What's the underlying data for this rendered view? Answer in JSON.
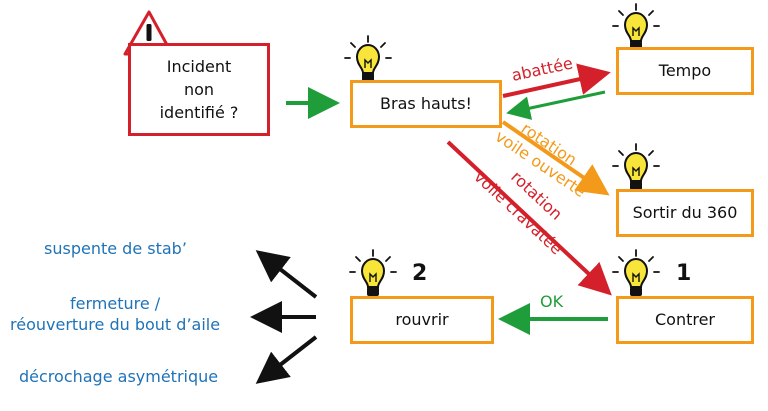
{
  "nodes": {
    "incident": "Incident\nnon\nidentifié ?",
    "bras_hauts": "Bras hauts!",
    "tempo": "Tempo",
    "sortir_360": "Sortir du 360",
    "contrer": "Contrer",
    "rouvrir": "rouvrir"
  },
  "numbers": {
    "contrer": "1",
    "rouvrir": "2"
  },
  "edge_labels": {
    "abattee": "abattée",
    "rotation_1": "rotation",
    "voile_ouverte": "voile ouverte",
    "rotation_2": "rotation",
    "voile_cravatee": "voile cravatée",
    "ok": "OK"
  },
  "outcomes": {
    "suspente": "suspente de stab’",
    "fermeture_1": "fermeture /",
    "fermeture_2": "réouverture du bout d’aile",
    "decrochage": "décrochage asymétrique"
  },
  "colors": {
    "orange": "#f39a1b",
    "red": "#d4202a",
    "green": "#1f9d3a",
    "blue_text": "#1f73b7",
    "bulb": "#f7e53a"
  },
  "icons": [
    "warning-icon",
    "lightbulb-icon"
  ]
}
